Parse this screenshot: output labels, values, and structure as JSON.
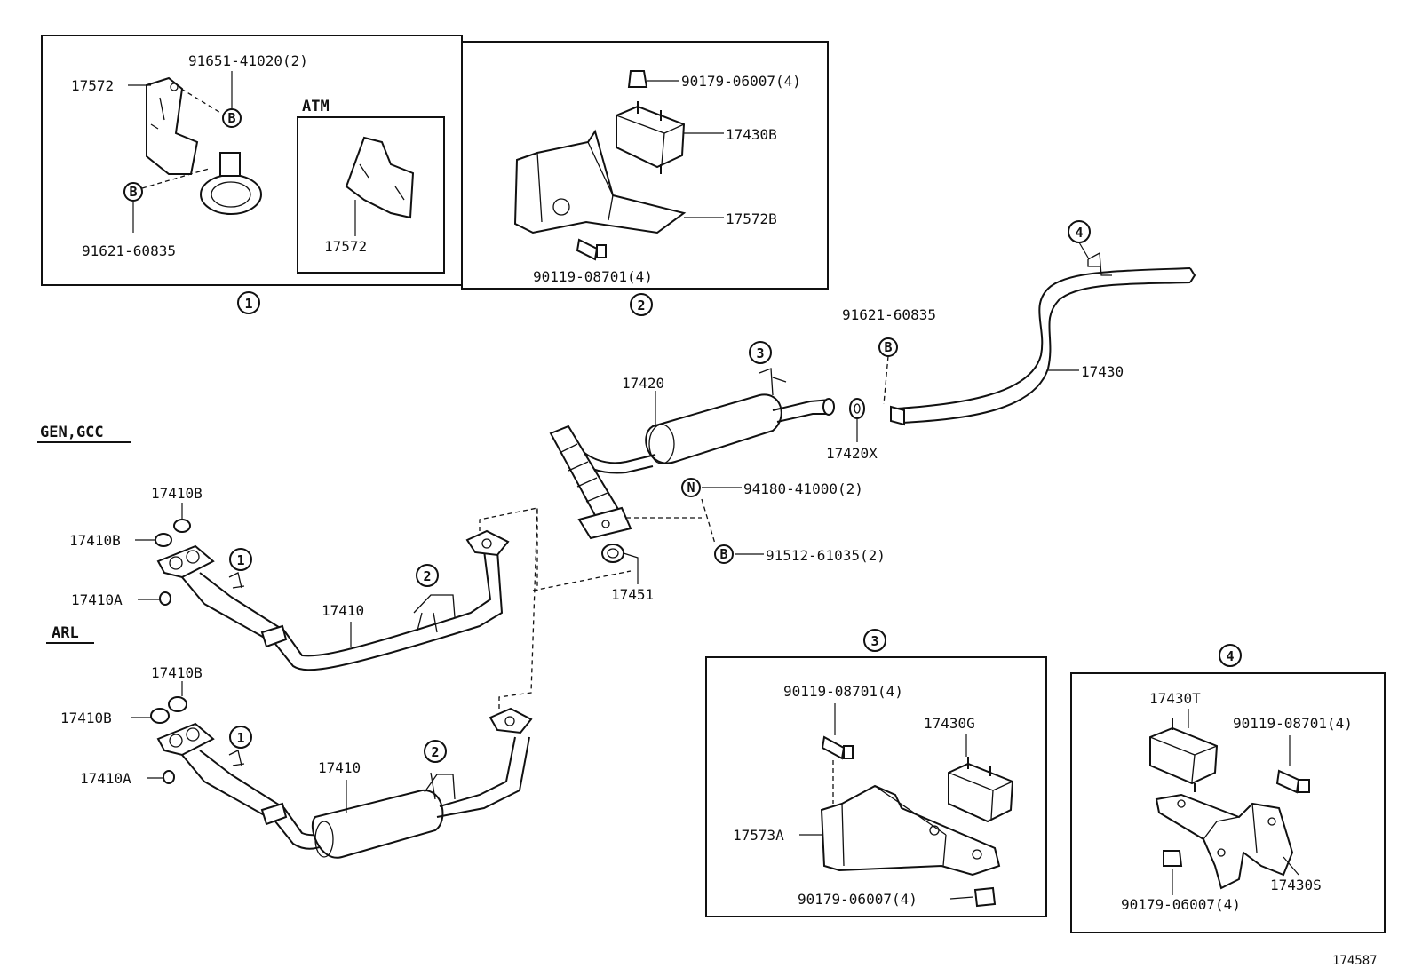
{
  "document_id": "174587",
  "sections": {
    "gen_gcc": "GEN,GCC",
    "arl": "ARL",
    "atm": "ATM"
  },
  "callouts": {
    "c1": "1",
    "c2": "2",
    "c3": "3",
    "c4": "4"
  },
  "symbols": {
    "b": "B",
    "n": "N"
  },
  "box1": {
    "label_17572_top": "17572",
    "label_91651": "91651-41020(2)",
    "label_91621": "91621-60835",
    "label_17572_atm": "17572"
  },
  "box2": {
    "label_90179": "90179-06007(4)",
    "label_17430b": "17430B",
    "label_17572b": "17572B",
    "label_90119": "90119-08701(4)"
  },
  "main": {
    "label_17420": "17420",
    "label_91621": "91621-60835",
    "label_17430": "17430",
    "label_17420x": "17420X",
    "label_94180": "94180-41000(2)",
    "label_91512": "91512-61035(2)",
    "label_17451": "17451",
    "label_17410b_1": "17410B",
    "label_17410b_2": "17410B",
    "label_17410a_1": "17410A",
    "label_17410_1": "17410",
    "label_17410b_3": "17410B",
    "label_17410b_4": "17410B",
    "label_17410a_2": "17410A",
    "label_17410_2": "17410"
  },
  "box3": {
    "label_90119": "90119-08701(4)",
    "label_17430g": "17430G",
    "label_17573a": "17573A",
    "label_90179": "90179-06007(4)"
  },
  "box4": {
    "label_17430t": "17430T",
    "label_90119": "90119-08701(4)",
    "label_17430s": "17430S",
    "label_90179": "90179-06007(4)"
  }
}
